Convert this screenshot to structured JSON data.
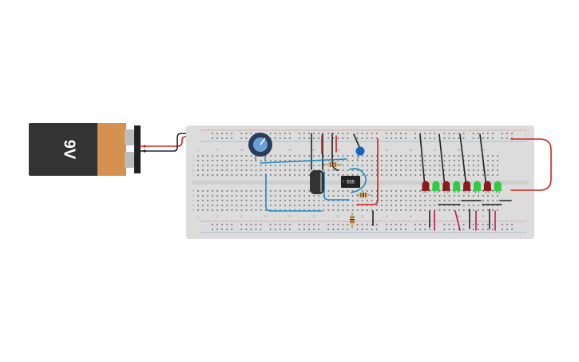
{
  "battery": {
    "label": "9V",
    "colors": {
      "body": "#333333",
      "cap": "#d4914f",
      "terminal": "#bdbdbd",
      "connector": "#222222"
    }
  },
  "ic": {
    "label": "555",
    "body_color": "#222222"
  },
  "breadboard": {
    "colors": {
      "board": "#dcdcdc",
      "hole": "#7a7a7a",
      "rail_red": "#d23b3b",
      "rail_blue": "#3b6fd2",
      "numbers": "#999999"
    },
    "column_numbers_top": [
      "1",
      "5",
      "10",
      "15",
      "20",
      "25",
      "30",
      "35",
      "40",
      "45",
      "50",
      "55",
      "60"
    ],
    "column_numbers_bottom": [
      "1",
      "5",
      "10",
      "15",
      "20",
      "25",
      "30",
      "35",
      "40",
      "45",
      "50",
      "55",
      "60"
    ],
    "row_letters_left": [
      "j",
      "i",
      "h",
      "g",
      "f",
      "e",
      "d",
      "c",
      "b",
      "a"
    ]
  },
  "leds": {
    "colors": [
      "red",
      "green",
      "red",
      "green",
      "red",
      "green",
      "red",
      "green"
    ],
    "hex": {
      "red": "#8b1a1a",
      "green": "#2ecc40"
    }
  },
  "wire_colors": {
    "red": "#d62020",
    "black": "#222222",
    "blue": "#1e8bc3",
    "magenta": "#c2185b"
  },
  "potentiometer": {
    "body_color": "#2a3d5a",
    "knob_color": "#6aa0d8"
  },
  "capacitor": {
    "body_color": "#333333"
  },
  "ceramic_capacitor": {
    "color": "#1565c0"
  }
}
